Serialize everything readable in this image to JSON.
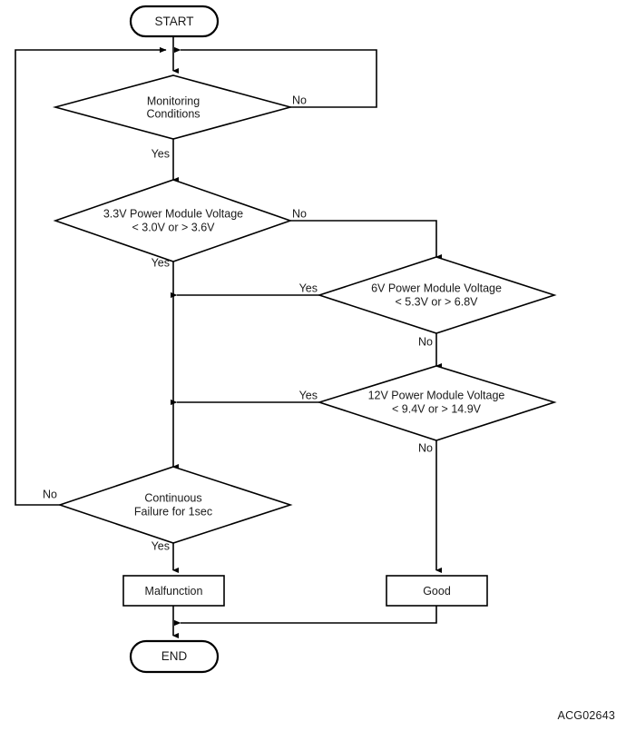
{
  "diagram": {
    "type": "flowchart",
    "reference_code": "ACG02643",
    "colors": {
      "stroke": "#000000",
      "fill": "#ffffff",
      "text": "#1a1a1a",
      "background": "#ffffff"
    },
    "nodes": {
      "start": {
        "label": "START",
        "shape": "terminator"
      },
      "monitoring": {
        "label_line1": "Monitoring",
        "label_line2": "Conditions",
        "shape": "decision"
      },
      "v33": {
        "label_line1": "3.3V Power Module Voltage",
        "label_line2": "< 3.0V or > 3.6V",
        "shape": "decision"
      },
      "v6": {
        "label_line1": "6V Power Module Voltage",
        "label_line2": "< 5.3V or > 6.8V",
        "shape": "decision"
      },
      "v12": {
        "label_line1": "12V Power Module Voltage",
        "label_line2": "< 9.4V or > 14.9V",
        "shape": "decision"
      },
      "continuous": {
        "label_line1": "Continuous",
        "label_line2": "Failure for 1sec",
        "shape": "decision"
      },
      "malfunction": {
        "label": "Malfunction",
        "shape": "process"
      },
      "good": {
        "label": "Good",
        "shape": "process"
      },
      "end": {
        "label": "END",
        "shape": "terminator"
      }
    },
    "edge_labels": {
      "monitoring_no": "No",
      "monitoring_yes": "Yes",
      "v33_no": "No",
      "v33_yes": "Yes",
      "v6_yes": "Yes",
      "v6_no": "No",
      "v12_yes": "Yes",
      "v12_no": "No",
      "continuous_no": "No",
      "continuous_yes": "Yes"
    }
  }
}
